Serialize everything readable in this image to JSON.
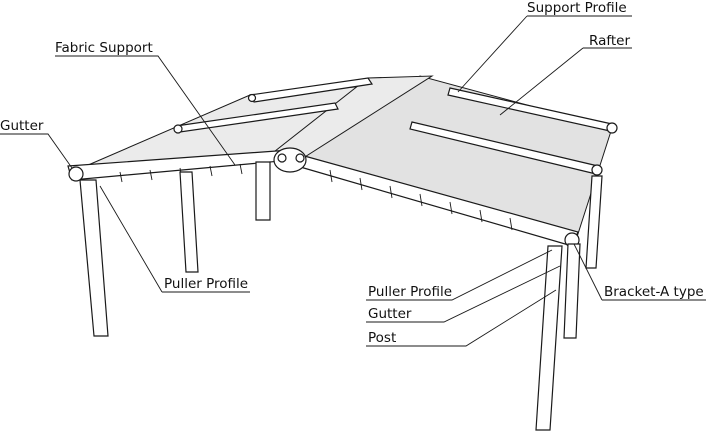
{
  "labels": {
    "support_profile": "Support Profile",
    "rafter": "Rafter",
    "fabric_support": "Fabric Support",
    "gutter_left": "Gutter",
    "puller_profile_left": "Puller Profile",
    "puller_profile_right": "Puller Profile",
    "bracket_a_type": "Bracket-A type",
    "gutter_right": "Gutter",
    "post": "Post"
  }
}
